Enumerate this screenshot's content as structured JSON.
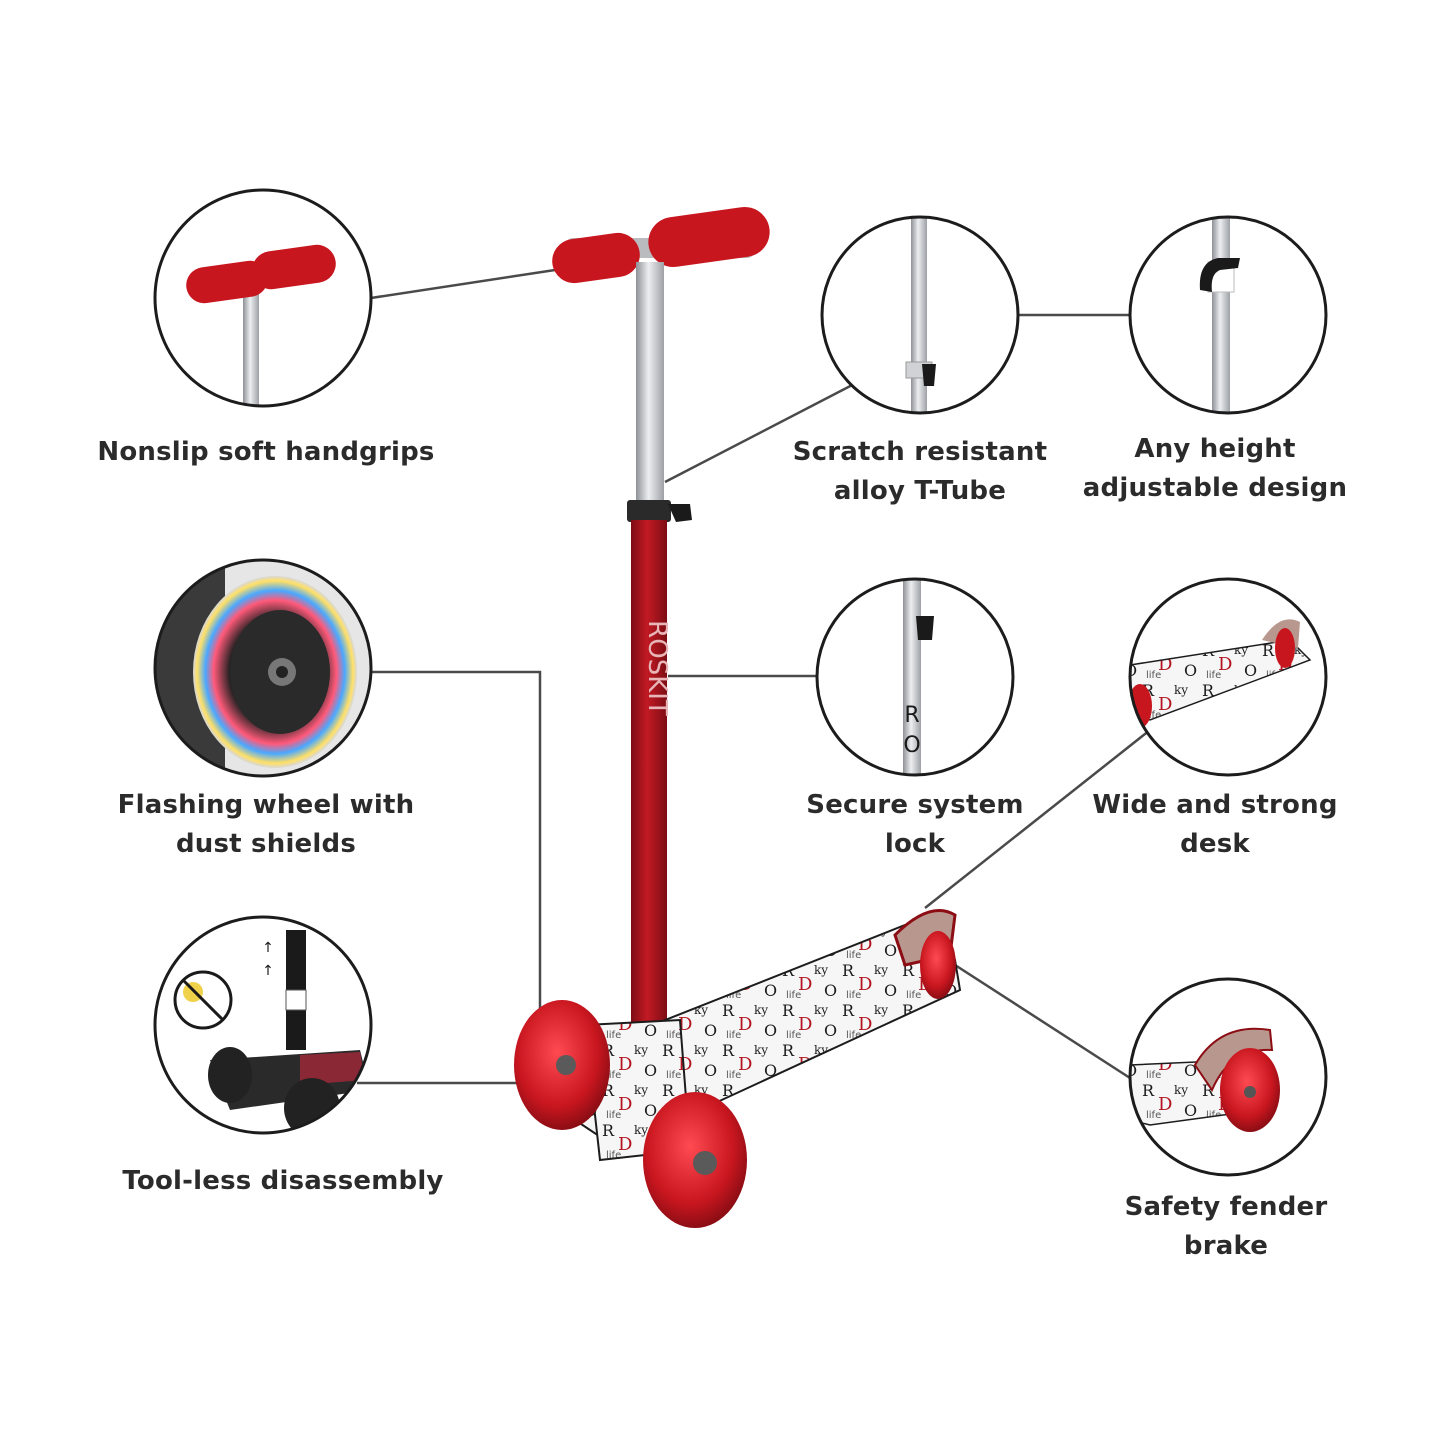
{
  "colors": {
    "scooter_red": "#b3141f",
    "grip_red": "#c8161f",
    "stem_silver": "#c9cbd0",
    "deck_white": "#f4f4f4",
    "ink": "#1c1c1c",
    "callout_line": "#4a4a4a",
    "label_text": "#2b2b2b"
  },
  "stem_brand_text": "ROSKIT",
  "features": [
    {
      "id": "handgrips",
      "icon": "handgrip-closeup",
      "lines": [
        "Nonslip soft handgrips"
      ]
    },
    {
      "id": "t-tube",
      "icon": "alloy-tube-closeup",
      "lines": [
        "Scratch resistant",
        "alloy T-Tube"
      ]
    },
    {
      "id": "height",
      "icon": "height-clamp-closeup",
      "lines": [
        "Any height",
        "adjustable design"
      ]
    },
    {
      "id": "wheel",
      "icon": "flashing-wheel-closeup",
      "lines": [
        "Flashing wheel with",
        "dust shields"
      ]
    },
    {
      "id": "lock",
      "icon": "lock-closeup",
      "lines": [
        "Secure system",
        "lock"
      ]
    },
    {
      "id": "deck",
      "icon": "deck-closeup",
      "lines": [
        "Wide and strong",
        "desk"
      ]
    },
    {
      "id": "disassembly",
      "icon": "disassembly-closeup",
      "lines": [
        "Tool-less disassembly"
      ]
    },
    {
      "id": "brake",
      "icon": "fender-brake-closeup",
      "lines": [
        "Safety fender",
        "brake"
      ]
    }
  ]
}
